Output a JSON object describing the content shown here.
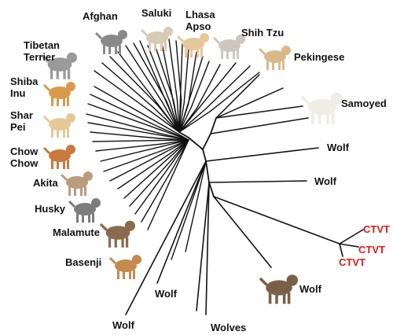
{
  "colors": {
    "branch": "#111111",
    "label": "#111111",
    "ctvt": "#e0191a"
  },
  "labels": {
    "afghan": "Afghan",
    "saluki": "Saluki",
    "lhasa_apso": "Lhasa Apso",
    "shih_tzu": "Shih Tzu",
    "tibetan_terrier": "Tibetan Terrier",
    "pekingese": "Pekingese",
    "shiba_inu": "Shiba Inu",
    "samoyed": "Samoyed",
    "shar_pei": "Shar Pei",
    "chow_chow": "Chow Chow",
    "akita": "Akita",
    "husky": "Husky",
    "malamute": "Malamute",
    "basenji": "Basenji",
    "wolf_a": "Wolf",
    "wolf_b": "Wolf",
    "wolf_c": "Wolf",
    "wolf_d": "Wolf",
    "wolf_e": "Wolf",
    "wolves": "Wolves",
    "ctvt_1": "CTVT",
    "ctvt_2": "CTVT",
    "ctvt_3": "CTVT"
  },
  "icons": {
    "afghan": "afghan-dog-icon",
    "saluki": "saluki-dog-icon",
    "lhasa_apso": "lhasa-apso-dog-icon",
    "shih_tzu": "shih-tzu-dog-icon",
    "tibetan_terrier": "tibetan-terrier-dog-icon",
    "pekingese": "pekingese-dog-icon",
    "shiba_inu": "shiba-inu-dog-icon",
    "samoyed": "samoyed-dog-icon",
    "shar_pei": "shar-pei-dog-icon",
    "chow_chow": "chow-chow-dog-icon",
    "akita": "akita-dog-icon",
    "husky": "husky-dog-icon",
    "malamute": "malamute-dog-icon",
    "basenji": "basenji-dog-icon",
    "wolf": "wolf-icon"
  }
}
